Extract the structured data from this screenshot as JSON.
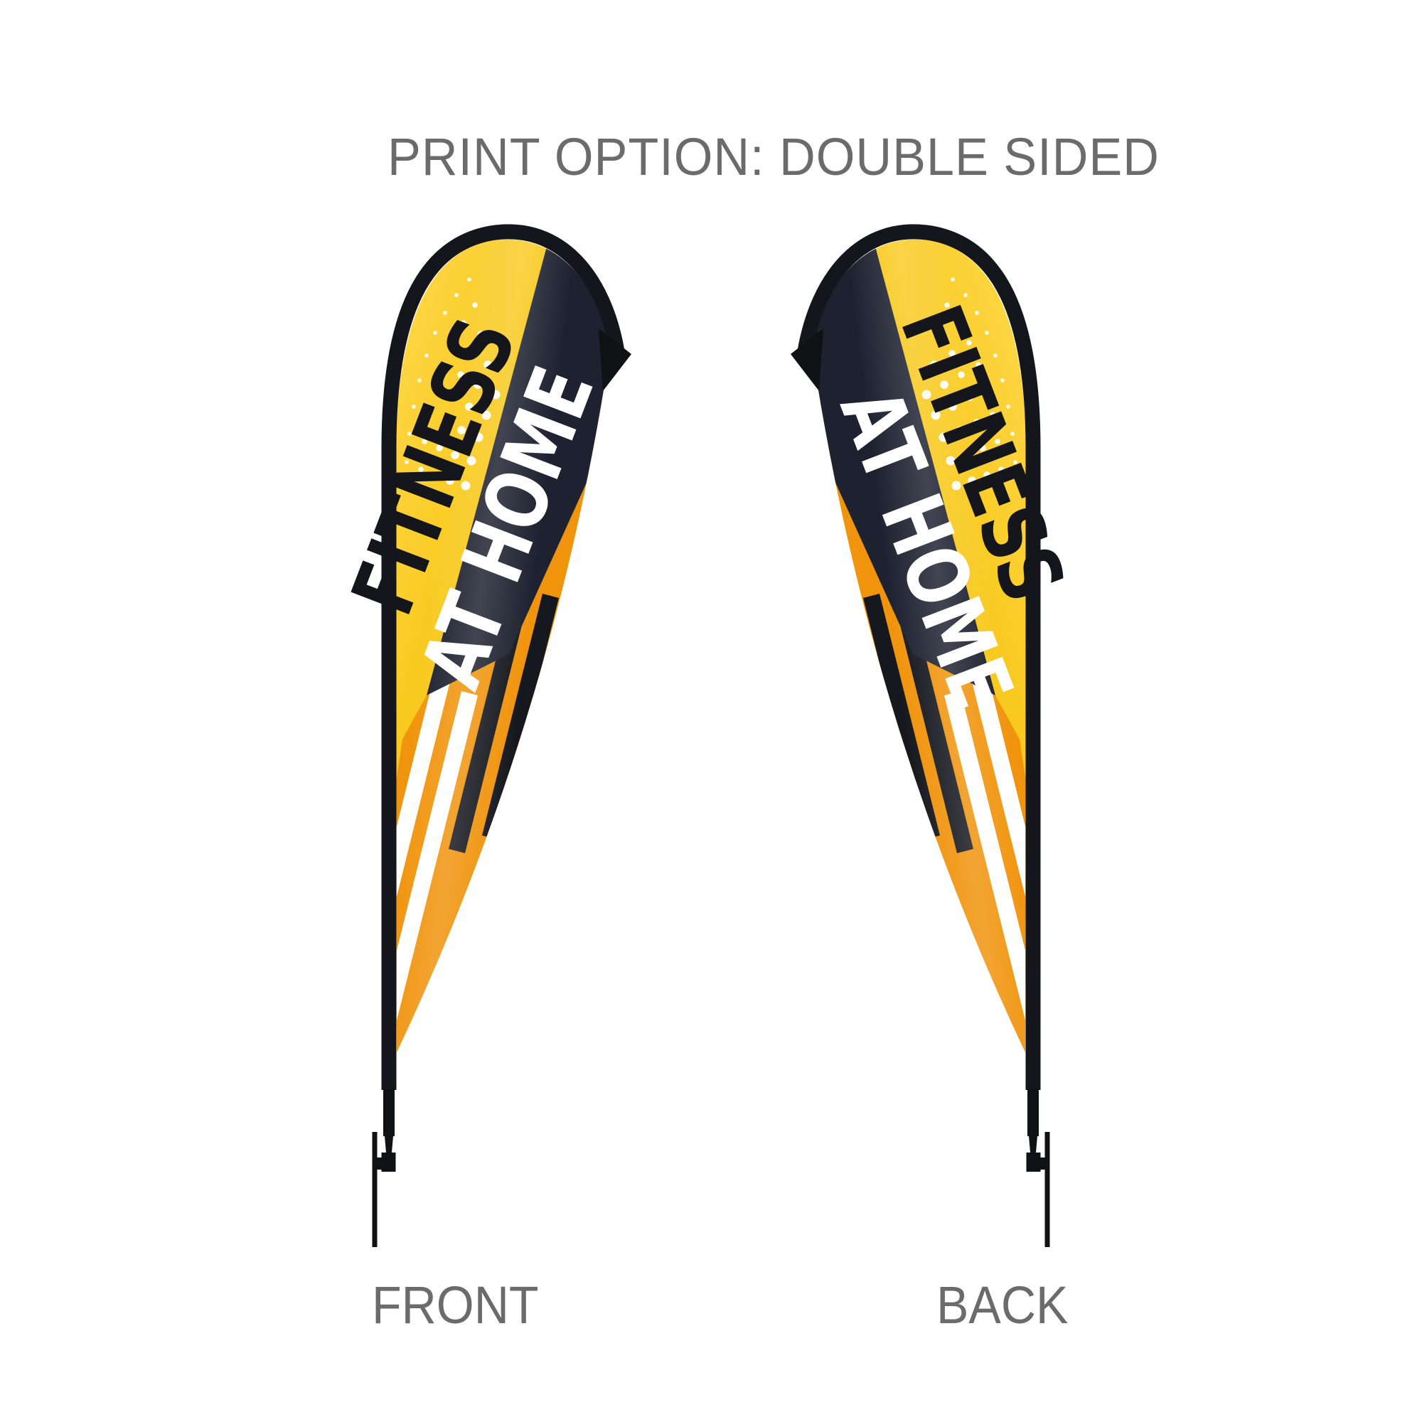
{
  "title": "PRINT OPTION: DOUBLE SIDED",
  "flag": {
    "line1": "FITNESS",
    "line2": "AT HOME"
  },
  "labels": {
    "front": "FRONT",
    "back": "BACK"
  },
  "print_sides": [
    "FRONT",
    "BACK"
  ],
  "colors": {
    "yellow": "#F5C30A",
    "yellow_light": "#FFD94F",
    "orange": "#F0930F",
    "navy": "#1E2230",
    "black": "#14161C",
    "white": "#FFFFFF",
    "gray_text": "#6B6B6B"
  }
}
